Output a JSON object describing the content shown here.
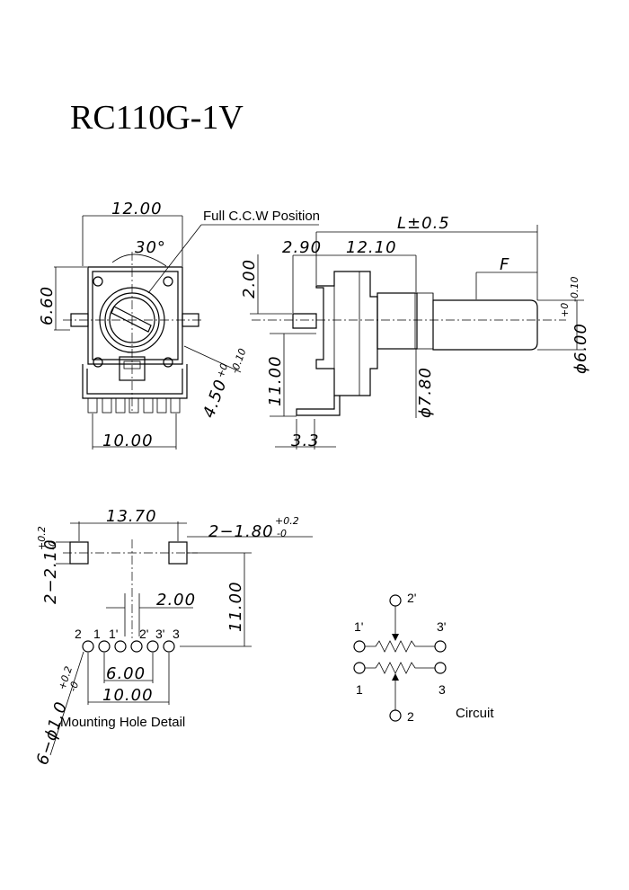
{
  "title": "RC110G-1V",
  "front_view": {
    "width_top": "12.00",
    "callout": "Full C.C.W Position",
    "angle": "30°",
    "height_left": "6.60",
    "hole_dim": "4.50",
    "hole_tol_plus": "+0",
    "hole_tol_minus": "-0.10",
    "width_bottom": "10.00"
  },
  "side_view": {
    "length": "L±0.5",
    "d_2_90": "2.90",
    "d_12_10": "12.10",
    "flat": "F",
    "d_2_00": "2.00",
    "d_11_00": "11.00",
    "shaft_dia": "ϕ6.00",
    "shaft_tol_plus": "+0",
    "shaft_tol_minus": "-0.10",
    "bush_dia": "ϕ7.80",
    "bottom": "3.3"
  },
  "mounting": {
    "span": "13.70",
    "slot_w": "2−1.80",
    "slot_tol_plus": "+0.2",
    "slot_tol_minus": "-0",
    "slot_h": "2−2.10",
    "slot_h_tol_plus": "+0.2",
    "slot_h_tol_minus": "-0",
    "pitch": "2.00",
    "height": "11.00",
    "inner": "6.00",
    "outer": "10.00",
    "holes": "6−ϕ1.0",
    "holes_tol_plus": "+0.2",
    "holes_tol_minus": "-0",
    "pins": [
      "2",
      "1",
      "1'",
      "2'",
      "3'",
      "3"
    ],
    "caption": "Mounting Hole Detail"
  },
  "circuit": {
    "labels": {
      "p2p": "2'",
      "p1p": "1'",
      "p3p": "3'",
      "p1": "1",
      "p3": "3",
      "p2": "2"
    },
    "caption": "Circuit"
  }
}
